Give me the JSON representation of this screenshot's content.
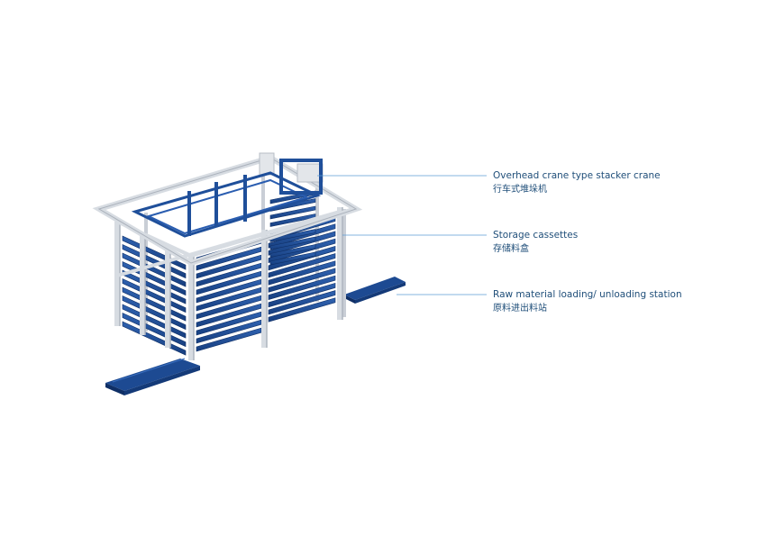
{
  "annotations": [
    {
      "id": "crane",
      "en": "Overhead crane type stacker crane",
      "zh": "行车式堆垛机"
    },
    {
      "id": "cassettes",
      "en": "Storage cassettes",
      "zh": "存储料盒"
    },
    {
      "id": "station",
      "en": "Raw material loading/ unloading station",
      "zh": "原料进出料站"
    }
  ],
  "colors": {
    "label_text": "#1f4e79",
    "leader_line": "#5b9bd5",
    "cassette_blue": "#1f4f9a",
    "frame_grey": "#d7dce2"
  }
}
